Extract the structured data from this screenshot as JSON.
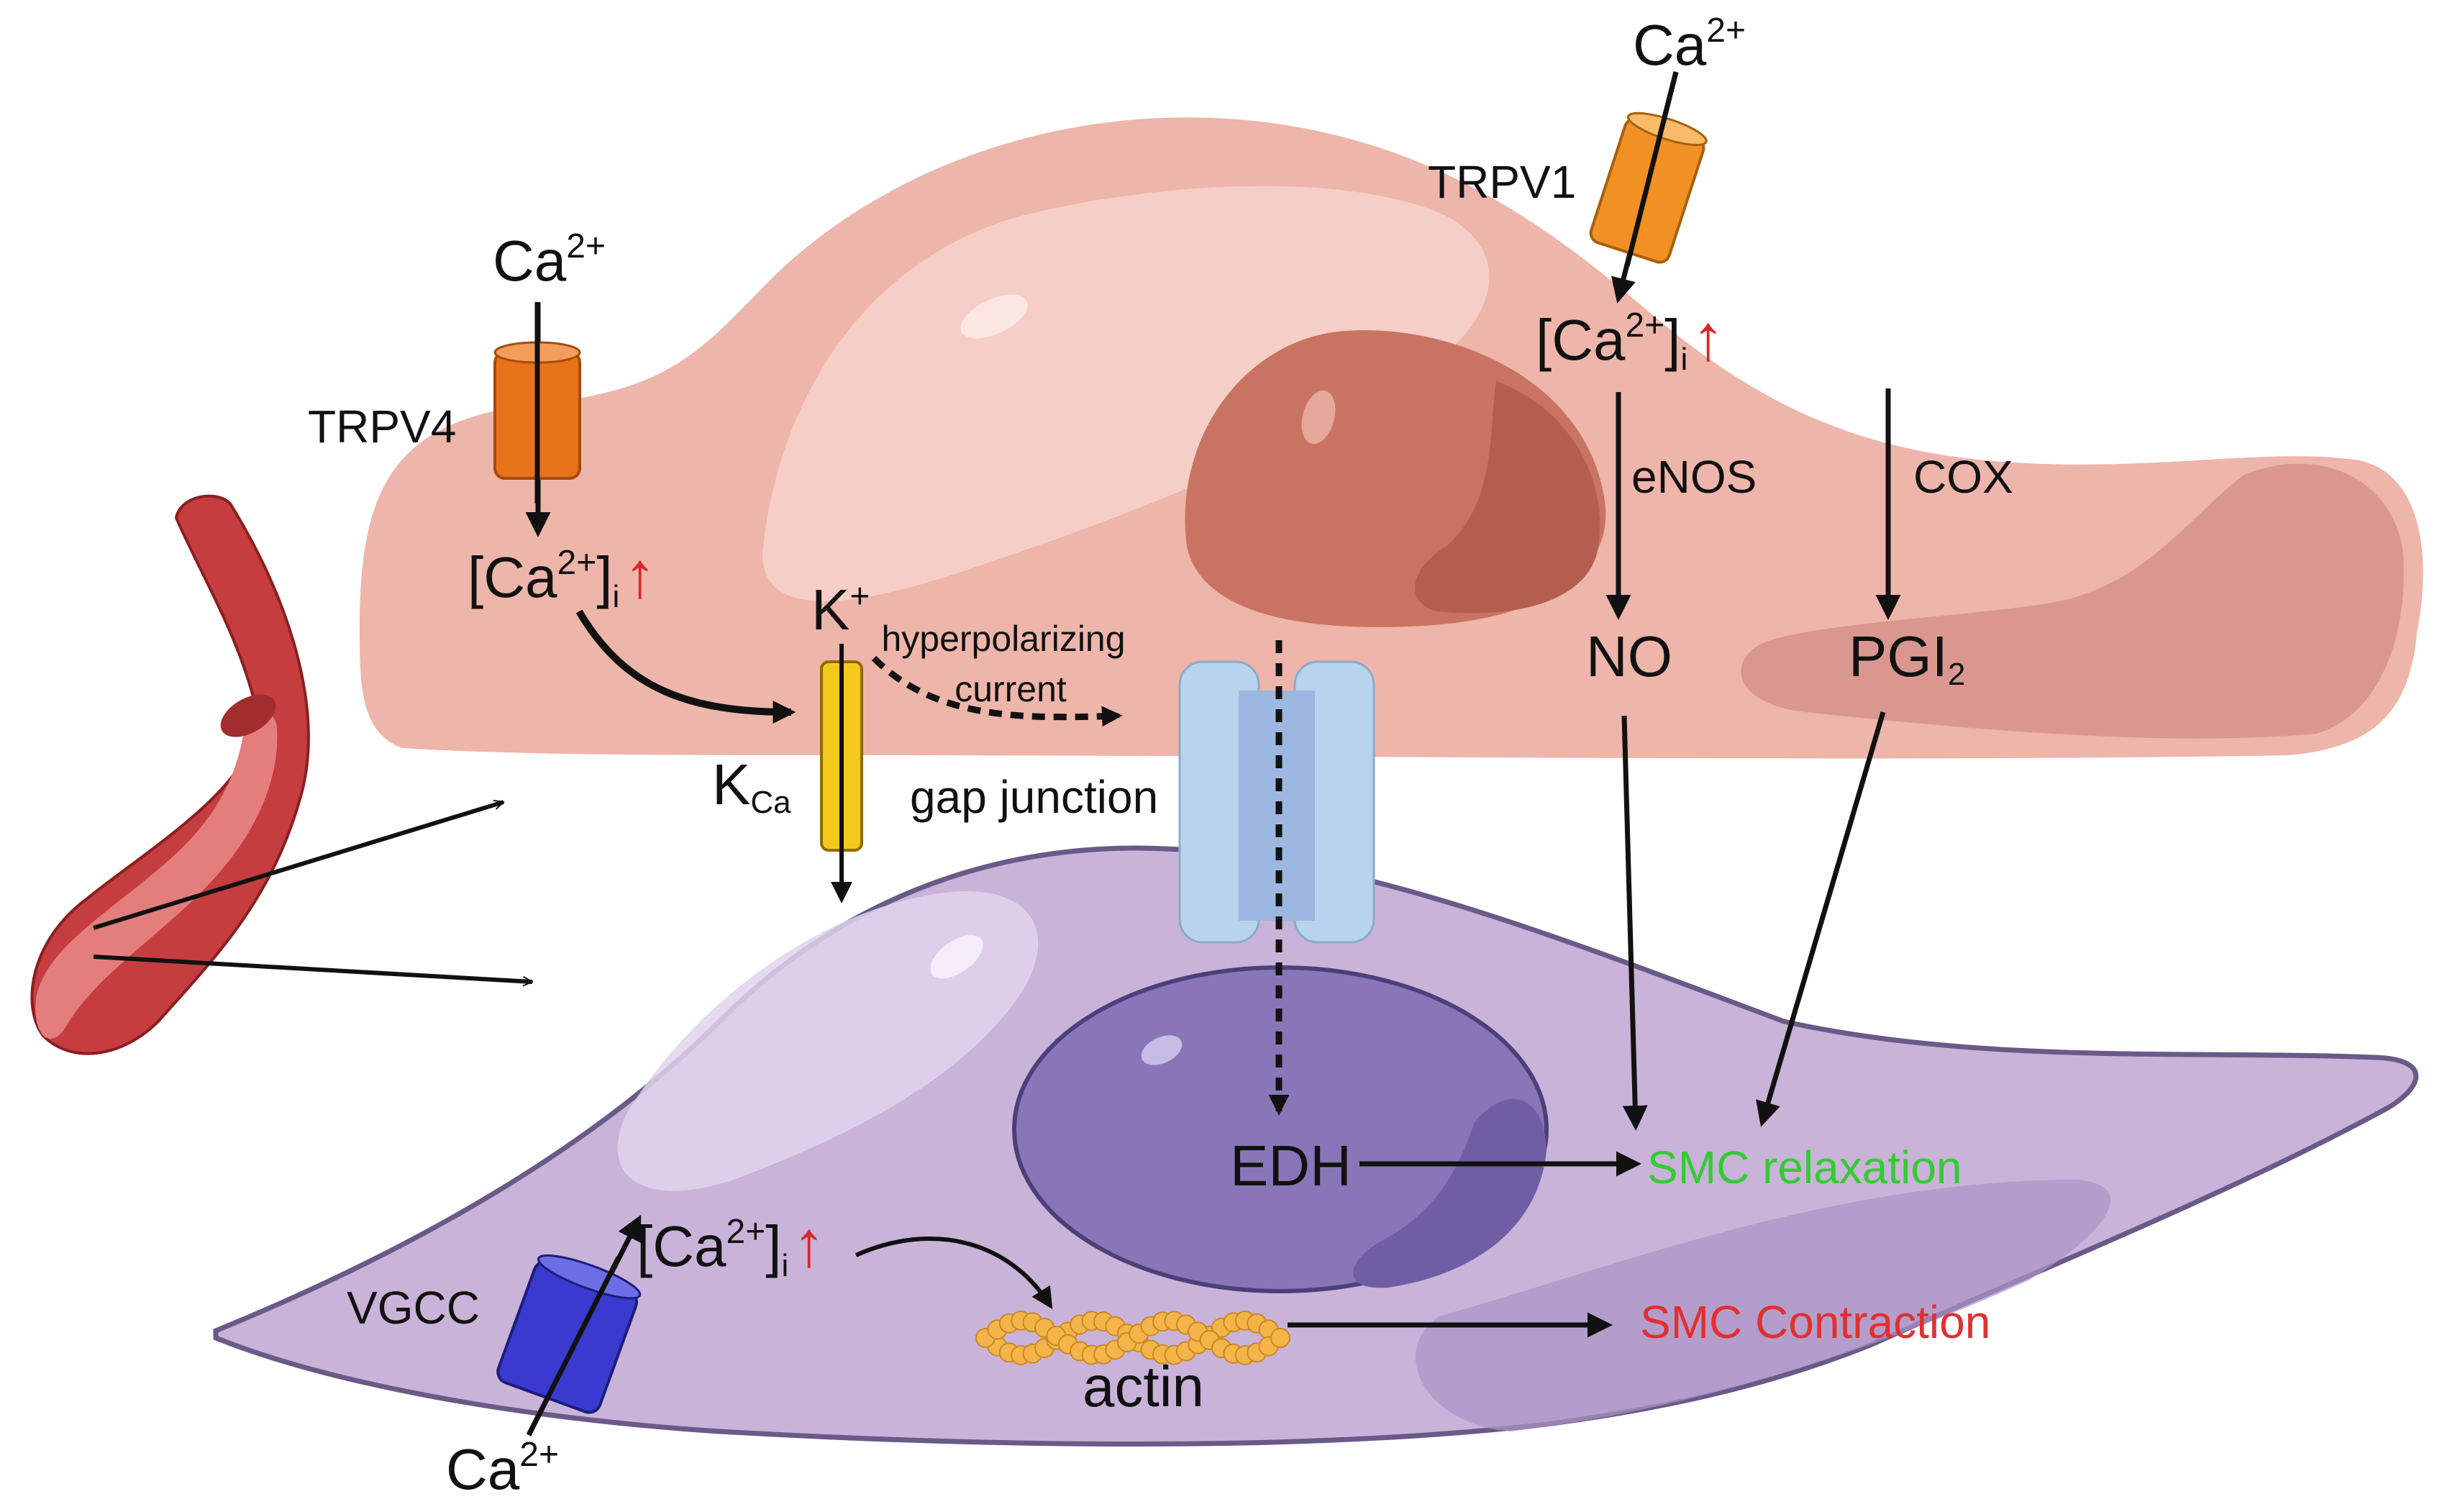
{
  "colors": {
    "endothelial_cell": "#eeb5aa",
    "endothelial_highlight": "#f6d4cd",
    "endothelial_nucleus": "#c97462",
    "smooth_muscle_cell": "#c9b3d9",
    "smc_highlight": "#e1d3ec",
    "smc_nucleus": "#8876b8",
    "gap_junction": "#b8d3ec",
    "trpv4_channel": "#e8721a",
    "trpv1_channel": "#f19123",
    "kca_channel": "#f5c81d",
    "vgcc_channel": "#3a3ad0",
    "blood_vessel": "#c53d3f",
    "actin": "#f4b44a",
    "relaxation_text": "#33cc33",
    "contraction_text": "#e03030",
    "increase_arrow": "#d9262b"
  },
  "icons": {
    "vessel": "blood-vessel-icon",
    "actin": "actin-filament-icon"
  },
  "endothelial": {
    "trpv4": {
      "ca_main": "Ca",
      "ca_sup": "2+",
      "channel_label": "TRPV4",
      "intracellular_open": "[Ca",
      "intracellular_sup": "2+",
      "intracellular_close": "]",
      "intracellular_sub": "i",
      "increase_symbol": "↑"
    },
    "trpv1": {
      "ca_main": "Ca",
      "ca_sup": "2+",
      "channel_label": "TRPV1",
      "intracellular_open": "[Ca",
      "intracellular_sup": "2+",
      "intracellular_close": "]",
      "intracellular_sub": "i",
      "increase_symbol": "↑"
    },
    "kca": {
      "k_main": "K",
      "k_sup": "+",
      "channel_main": "K",
      "channel_sub": "Ca",
      "hyper_line1": "hyperpolarizing",
      "hyper_line2": "current"
    },
    "gap_junction_label": "gap junction",
    "enos_label": "eNOS",
    "cox_label": "COX",
    "no_label": "NO",
    "pgi_main": "PGI",
    "pgi_sub": "2"
  },
  "smc": {
    "edh_label": "EDH",
    "relaxation_label": "SMC relaxation",
    "contraction_label": "SMC Contraction",
    "vgcc_label": "VGCC",
    "ca_main": "Ca",
    "ca_sup": "2+",
    "intracellular_open": "[Ca",
    "intracellular_sup": "2+",
    "intracellular_close": "]",
    "intracellular_sub": "i",
    "increase_symbol": "↑",
    "actin_label": "actin"
  }
}
